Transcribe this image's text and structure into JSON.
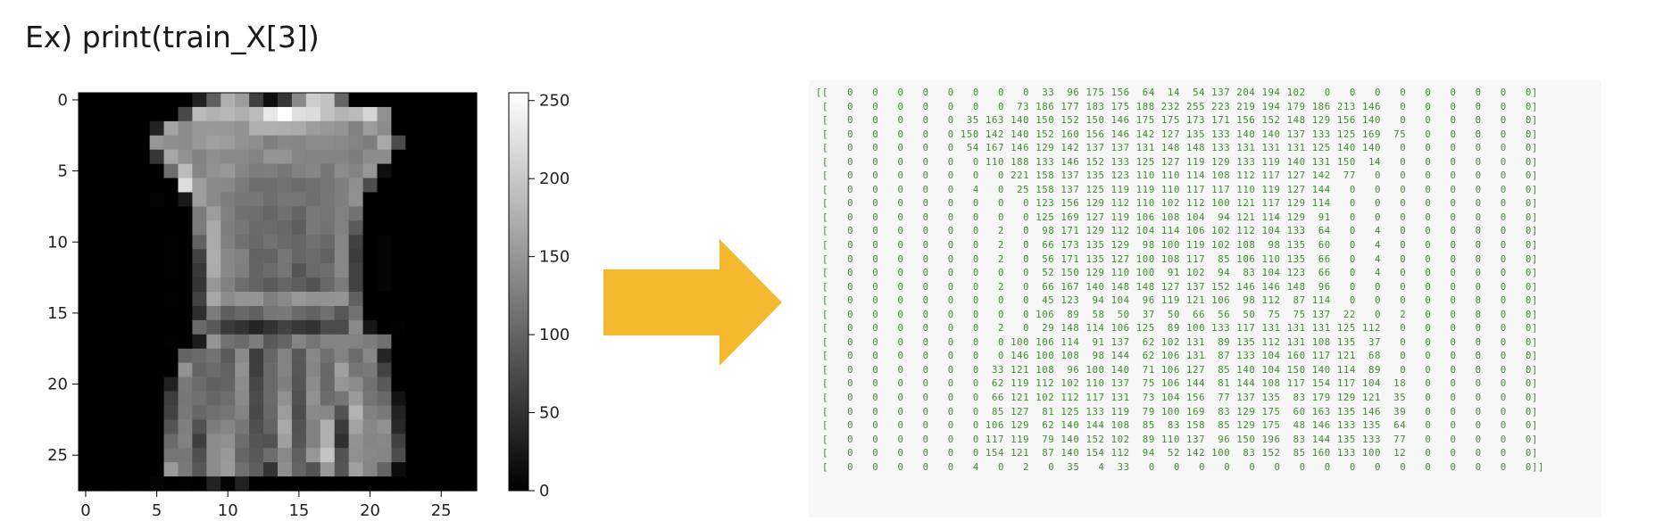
{
  "title": "Ex) print(train_X[3])",
  "colors": {
    "matrix_text": "#3d8f2d",
    "arrow": "#f4b92e",
    "panel_bg": "#f7f7f7"
  },
  "icons": {
    "arrow": "right-arrow-icon"
  },
  "chart_data": {
    "type": "heatmap",
    "colormap": "gray",
    "image_shape": [
      28,
      28
    ],
    "x_ticks": [
      0,
      5,
      10,
      15,
      20,
      25
    ],
    "y_ticks": [
      0,
      5,
      10,
      15,
      20,
      25
    ],
    "colorbar": {
      "ticks": [
        0,
        50,
        100,
        150,
        200,
        250
      ],
      "range": [
        0,
        255
      ]
    },
    "values": [
      [
        0,
        0,
        0,
        0,
        0,
        0,
        0,
        0,
        33,
        96,
        175,
        156,
        64,
        14,
        54,
        137,
        204,
        194,
        102,
        0,
        0,
        0,
        0,
        0,
        0,
        0,
        0,
        0
      ],
      [
        0,
        0,
        0,
        0,
        0,
        0,
        0,
        73,
        186,
        177,
        183,
        175,
        188,
        232,
        255,
        223,
        219,
        194,
        179,
        186,
        213,
        146,
        0,
        0,
        0,
        0,
        0,
        0
      ],
      [
        0,
        0,
        0,
        0,
        0,
        35,
        163,
        140,
        150,
        152,
        150,
        146,
        175,
        175,
        173,
        171,
        156,
        152,
        148,
        129,
        156,
        140,
        0,
        0,
        0,
        0,
        0,
        0
      ],
      [
        0,
        0,
        0,
        0,
        0,
        150,
        142,
        140,
        152,
        160,
        156,
        146,
        142,
        127,
        135,
        133,
        140,
        140,
        137,
        133,
        125,
        169,
        75,
        0,
        0,
        0,
        0,
        0
      ],
      [
        0,
        0,
        0,
        0,
        0,
        54,
        167,
        146,
        129,
        142,
        137,
        137,
        131,
        148,
        148,
        133,
        131,
        131,
        131,
        125,
        140,
        140,
        0,
        0,
        0,
        0,
        0,
        0
      ],
      [
        0,
        0,
        0,
        0,
        0,
        0,
        110,
        188,
        133,
        146,
        152,
        133,
        125,
        127,
        119,
        129,
        133,
        119,
        140,
        131,
        150,
        14,
        0,
        0,
        0,
        0,
        0,
        0
      ],
      [
        0,
        0,
        0,
        0,
        0,
        0,
        0,
        221,
        158,
        137,
        135,
        123,
        110,
        110,
        114,
        108,
        112,
        117,
        127,
        142,
        77,
        0,
        0,
        0,
        0,
        0,
        0,
        0
      ],
      [
        0,
        0,
        0,
        0,
        0,
        4,
        0,
        25,
        158,
        137,
        125,
        119,
        119,
        110,
        117,
        117,
        110,
        119,
        127,
        144,
        0,
        0,
        0,
        0,
        0,
        0,
        0,
        0
      ],
      [
        0,
        0,
        0,
        0,
        0,
        0,
        0,
        0,
        123,
        156,
        129,
        112,
        110,
        102,
        112,
        100,
        121,
        117,
        129,
        114,
        0,
        0,
        0,
        0,
        0,
        0,
        0,
        0
      ],
      [
        0,
        0,
        0,
        0,
        0,
        0,
        0,
        0,
        125,
        169,
        127,
        119,
        106,
        108,
        104,
        94,
        121,
        114,
        129,
        91,
        0,
        0,
        0,
        0,
        0,
        0,
        0,
        0
      ],
      [
        0,
        0,
        0,
        0,
        0,
        0,
        2,
        0,
        98,
        171,
        129,
        112,
        104,
        114,
        106,
        102,
        112,
        104,
        133,
        64,
        0,
        4,
        0,
        0,
        0,
        0,
        0,
        0
      ],
      [
        0,
        0,
        0,
        0,
        0,
        0,
        2,
        0,
        66,
        173,
        135,
        129,
        98,
        100,
        119,
        102,
        108,
        98,
        135,
        60,
        0,
        4,
        0,
        0,
        0,
        0,
        0,
        0
      ],
      [
        0,
        0,
        0,
        0,
        0,
        0,
        2,
        0,
        56,
        171,
        135,
        127,
        100,
        108,
        117,
        85,
        106,
        110,
        135,
        66,
        0,
        4,
        0,
        0,
        0,
        0,
        0,
        0
      ],
      [
        0,
        0,
        0,
        0,
        0,
        0,
        0,
        0,
        52,
        150,
        129,
        110,
        100,
        91,
        102,
        94,
        83,
        104,
        123,
        66,
        0,
        4,
        0,
        0,
        0,
        0,
        0,
        0
      ],
      [
        0,
        0,
        0,
        0,
        0,
        0,
        2,
        0,
        66,
        167,
        140,
        148,
        148,
        127,
        137,
        152,
        146,
        146,
        148,
        96,
        0,
        0,
        0,
        0,
        0,
        0,
        0,
        0
      ],
      [
        0,
        0,
        0,
        0,
        0,
        0,
        0,
        0,
        45,
        123,
        94,
        104,
        96,
        119,
        121,
        106,
        98,
        112,
        87,
        114,
        0,
        0,
        0,
        0,
        0,
        0,
        0,
        0
      ],
      [
        0,
        0,
        0,
        0,
        0,
        0,
        0,
        0,
        106,
        89,
        58,
        50,
        37,
        50,
        66,
        56,
        50,
        75,
        75,
        137,
        22,
        0,
        2,
        0,
        0,
        0,
        0,
        0
      ],
      [
        0,
        0,
        0,
        0,
        0,
        0,
        2,
        0,
        29,
        148,
        114,
        106,
        125,
        89,
        100,
        133,
        117,
        131,
        131,
        131,
        125,
        112,
        0,
        0,
        0,
        0,
        0,
        0
      ],
      [
        0,
        0,
        0,
        0,
        0,
        0,
        0,
        100,
        106,
        114,
        91,
        137,
        62,
        102,
        131,
        89,
        135,
        112,
        131,
        108,
        135,
        37,
        0,
        0,
        0,
        0,
        0,
        0
      ],
      [
        0,
        0,
        0,
        0,
        0,
        0,
        0,
        146,
        100,
        108,
        98,
        144,
        62,
        106,
        131,
        87,
        133,
        104,
        160,
        117,
        121,
        68,
        0,
        0,
        0,
        0,
        0,
        0
      ],
      [
        0,
        0,
        0,
        0,
        0,
        0,
        33,
        121,
        108,
        96,
        100,
        140,
        71,
        106,
        127,
        85,
        140,
        104,
        150,
        140,
        114,
        89,
        0,
        0,
        0,
        0,
        0,
        0
      ],
      [
        0,
        0,
        0,
        0,
        0,
        0,
        62,
        119,
        112,
        102,
        110,
        137,
        75,
        106,
        144,
        81,
        144,
        108,
        117,
        154,
        117,
        104,
        18,
        0,
        0,
        0,
        0,
        0
      ],
      [
        0,
        0,
        0,
        0,
        0,
        0,
        66,
        121,
        102,
        112,
        117,
        131,
        73,
        104,
        156,
        77,
        137,
        135,
        83,
        179,
        129,
        121,
        35,
        0,
        0,
        0,
        0,
        0
      ],
      [
        0,
        0,
        0,
        0,
        0,
        0,
        85,
        127,
        81,
        125,
        133,
        119,
        79,
        100,
        169,
        83,
        129,
        175,
        60,
        163,
        135,
        146,
        39,
        0,
        0,
        0,
        0,
        0
      ],
      [
        0,
        0,
        0,
        0,
        0,
        0,
        106,
        129,
        62,
        140,
        144,
        108,
        85,
        83,
        158,
        85,
        129,
        175,
        48,
        146,
        133,
        135,
        64,
        0,
        0,
        0,
        0,
        0
      ],
      [
        0,
        0,
        0,
        0,
        0,
        0,
        117,
        119,
        79,
        140,
        152,
        102,
        89,
        110,
        137,
        96,
        150,
        196,
        83,
        144,
        135,
        133,
        77,
        0,
        0,
        0,
        0,
        0
      ],
      [
        0,
        0,
        0,
        0,
        0,
        0,
        154,
        121,
        87,
        140,
        154,
        112,
        94,
        52,
        142,
        100,
        83,
        152,
        85,
        160,
        133,
        100,
        12,
        0,
        0,
        0,
        0,
        0
      ],
      [
        0,
        0,
        0,
        0,
        0,
        4,
        0,
        2,
        0,
        35,
        4,
        33,
        0,
        0,
        0,
        0,
        0,
        0,
        0,
        0,
        0,
        0,
        0,
        0,
        0,
        0,
        0,
        0
      ]
    ]
  }
}
